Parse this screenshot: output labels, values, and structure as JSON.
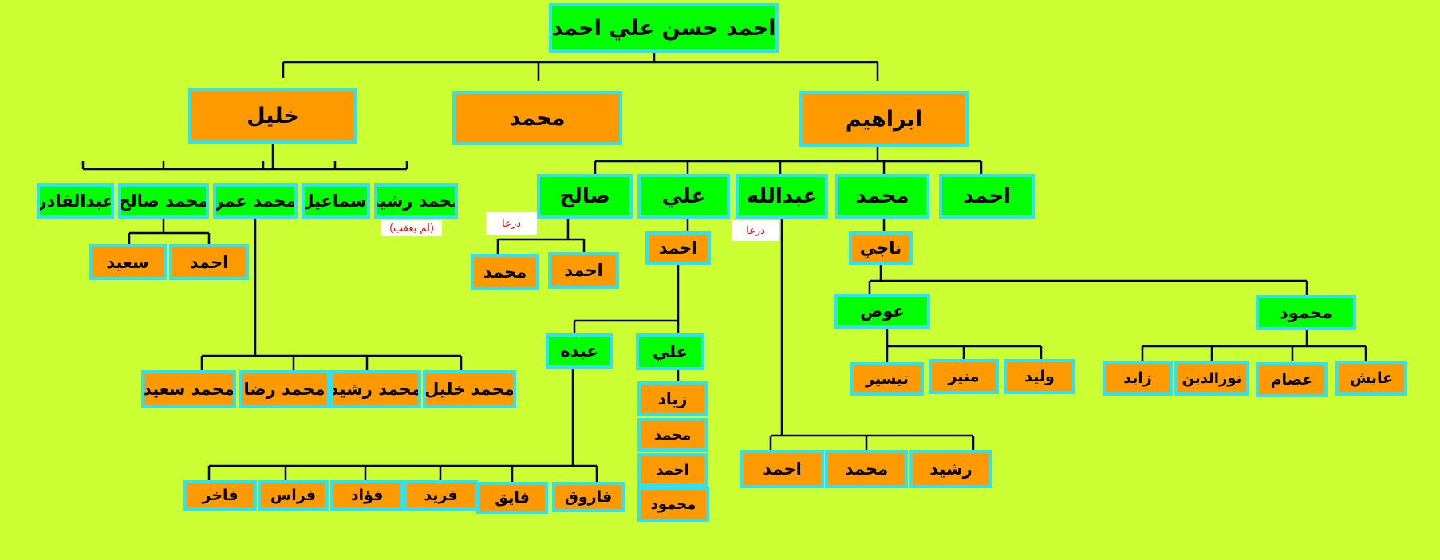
{
  "colors": {
    "background": "#ccff33",
    "green": "#00ff00",
    "orange": "#ff9900",
    "border": "#33e0ee",
    "note_text": "#ff0000"
  },
  "root": "احمد حسن علي احمد",
  "gen1": {
    "khalil": "خليل",
    "mohammed": "محمد",
    "ibrahim": "ابراهيم"
  },
  "khalil_children": {
    "abdulqader": "عبدالقادر",
    "mohammed_saleh": "محمد صالح",
    "mohammed_omar": "محمد عمر",
    "ismail": "اسماعيل",
    "mohammed_rashid": "محمد رشيد"
  },
  "notes": {
    "no_offspring": "(لم يعقب)",
    "dara_saleh": "درعا",
    "dara_abdullah": "درعا"
  },
  "mohammed_saleh_children": {
    "saeed": "سعيد",
    "ahmed": "احمد"
  },
  "mohammed_omar_children": {
    "mohammed_saeed": "محمد سعيد",
    "mohammed_reda": "محمد رضا",
    "mohammed_rashid": "محمد رشيد",
    "mohammed_khalil": "محمد خليل"
  },
  "ibrahim_children": {
    "saleh": "صالح",
    "ali": "علي",
    "abdullah": "عبدالله",
    "mohammed": "محمد",
    "ahmed": "احمد"
  },
  "saleh_children": {
    "mohammed": "محمد",
    "ahmed": "احمد"
  },
  "ali_children": {
    "ahmed": "احمد"
  },
  "ahmed_children": {
    "abdo": "عبده",
    "ali": "علي"
  },
  "abdo_children": {
    "fakher": "فاخر",
    "feras": "فراس",
    "fouad": "فؤاد",
    "farid": "فريد",
    "faiq": "فايق",
    "farouq": "فاروق"
  },
  "ali2_children": {
    "ziad": "زياد",
    "mohammed": "محمد",
    "ahmed": "احمد",
    "mahmoud": "محمود"
  },
  "abdullah_children": {
    "ahmed": "احمد",
    "mohammed": "محمد",
    "rashid": "رشيد"
  },
  "mohammed_ib_children": {
    "naji": "ناجي"
  },
  "naji_children": {
    "awad": "عوض",
    "mahmoud": "محمود"
  },
  "awad_children": {
    "tayseer": "تيسير",
    "munir": "منير",
    "walid": "وليد"
  },
  "mahmoud_children": {
    "zayed": "زايد",
    "nour_aldin": "نورالدين",
    "essam": "عصام",
    "ayesh": "عايش"
  }
}
